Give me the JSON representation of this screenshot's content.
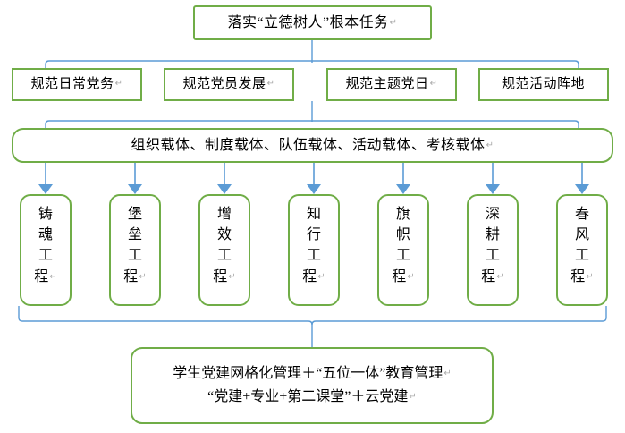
{
  "diagram": {
    "type": "org-hierarchy-flowchart",
    "colors": {
      "node_border": "#70ad47",
      "connector": "#5b9bd5",
      "node_fill": "#ffffff",
      "text": "#000000",
      "pilcrow": "#a9a9a9"
    },
    "root": {
      "label": "落实“立德树人”根本任务",
      "mark": "↵"
    },
    "standards_row": [
      {
        "label": "规范日常党务",
        "mark": "↵"
      },
      {
        "label": "规范党员发展",
        "mark": "↵"
      },
      {
        "label": "规范主题党日",
        "mark": "↵"
      },
      {
        "label": "规范活动阵地",
        "mark": ""
      }
    ],
    "carriers_bar": {
      "label": "组织载体、制度载体、队伍载体、活动载体、考核载体",
      "mark": "↵"
    },
    "projects": [
      {
        "chars": [
          "铸",
          "魂",
          "工",
          "程"
        ],
        "mark": "↵"
      },
      {
        "chars": [
          "堡",
          "垒",
          "工",
          "程"
        ],
        "mark": "↵"
      },
      {
        "chars": [
          "增",
          "效",
          "工",
          "程"
        ],
        "mark": "↵"
      },
      {
        "chars": [
          "知",
          "行",
          "工",
          "程"
        ],
        "mark": "↵"
      },
      {
        "chars": [
          "旗",
          "帜",
          "工",
          "程"
        ],
        "mark": "↵"
      },
      {
        "chars": [
          "深",
          "耕",
          "工",
          "程"
        ],
        "mark": "↵"
      },
      {
        "chars": [
          "春",
          "风",
          "工",
          "程"
        ],
        "mark": "↵"
      }
    ],
    "outcome": {
      "line1": "学生党建网格化管理＋“五位一体”教育管理",
      "line1_mark": "↵",
      "line2": "“党建+专业+第二课堂”＋云党建",
      "line2_mark": "↵"
    }
  }
}
